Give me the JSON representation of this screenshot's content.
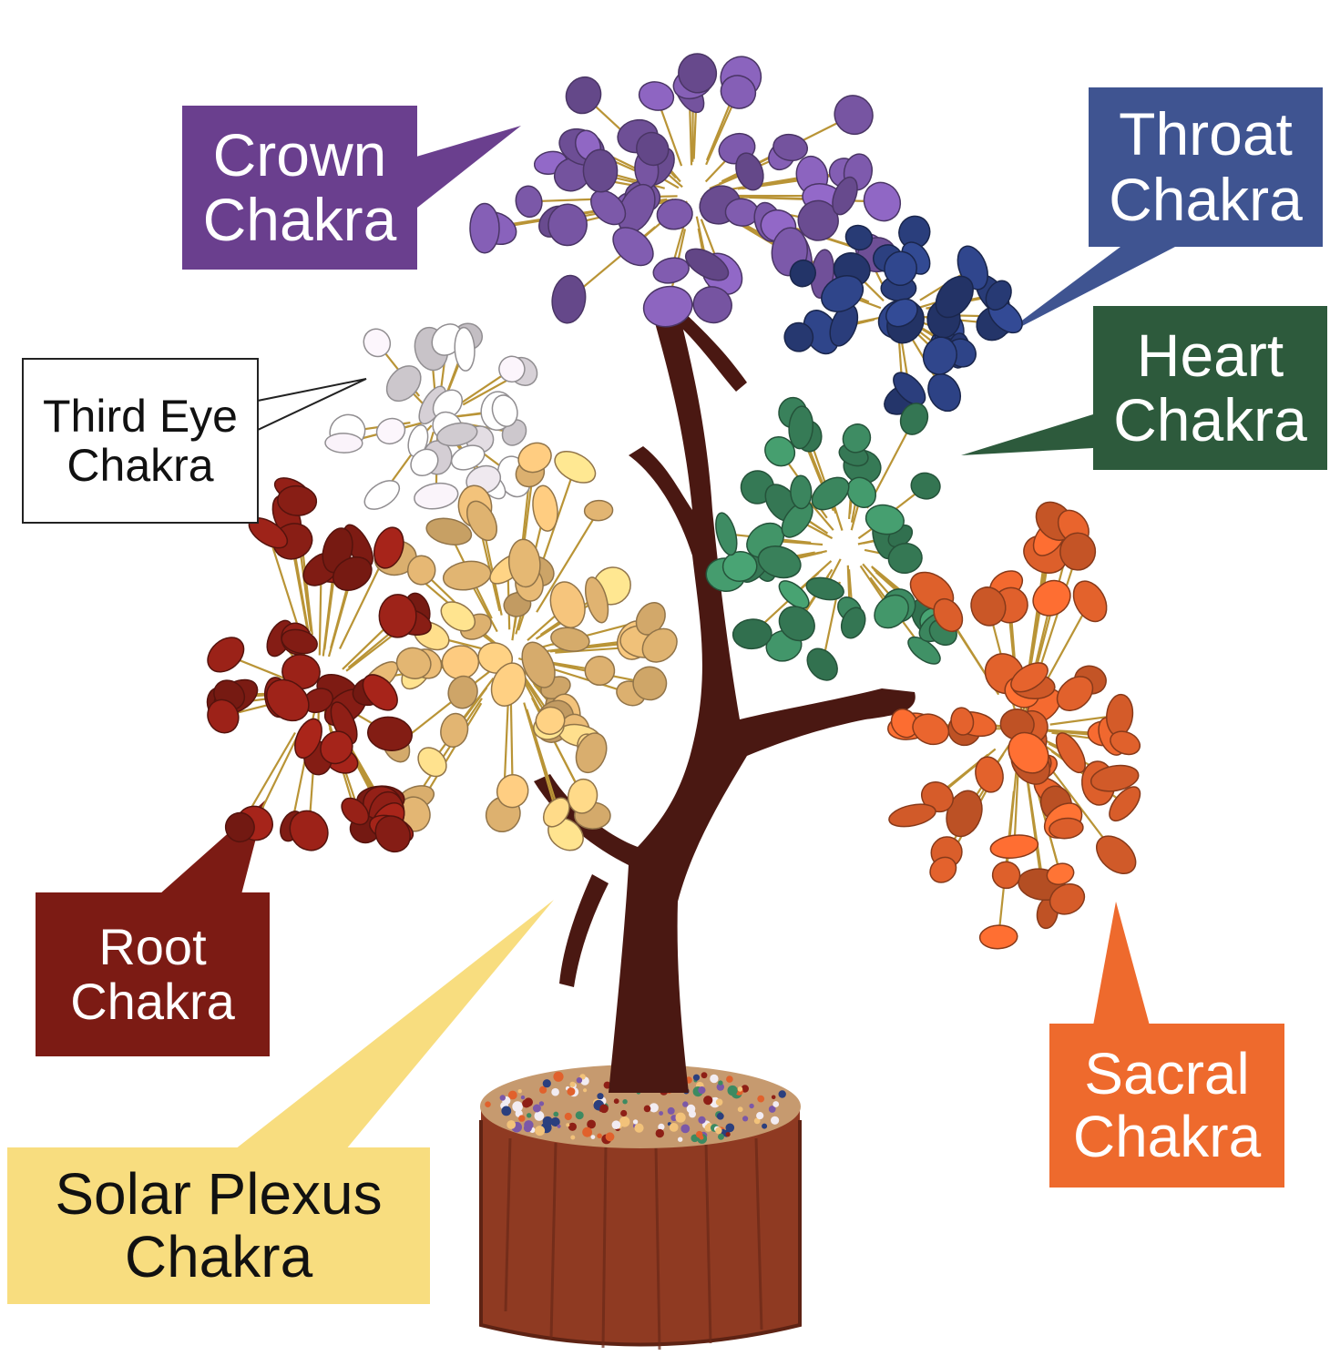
{
  "callouts": {
    "crown": {
      "line1": "Crown",
      "line2": "Chakra",
      "bg": "#6a3f8e",
      "fg": "#ffffff"
    },
    "throat": {
      "line1": "Throat",
      "line2": "Chakra",
      "bg": "#3f5491",
      "fg": "#ffffff"
    },
    "heart": {
      "line1": "Heart",
      "line2": "Chakra",
      "bg": "#2d5a3c",
      "fg": "#ffffff"
    },
    "third": {
      "line1": "Third Eye",
      "line2": "Chakra",
      "bg": "#ffffff",
      "fg": "#111111"
    },
    "root": {
      "line1": "Root",
      "line2": "Chakra",
      "bg": "#7c1b14",
      "fg": "#ffffff"
    },
    "solar": {
      "line1": "Solar Plexus",
      "line2": "Chakra",
      "bg": "#f8dd7f",
      "fg": "#111111"
    },
    "sacral": {
      "line1": "Sacral",
      "line2": "Chakra",
      "bg": "#ee6a2d",
      "fg": "#ffffff"
    }
  },
  "stone_colors": {
    "crown": "#7b58a8",
    "throat": "#2b3f7e",
    "heart": "#3d8a61",
    "third_eye": "#f2ecf2",
    "solar_plexus": "#f2c27a",
    "root": "#8e1f16",
    "sacral": "#e1612c",
    "trunk": "#4a1812",
    "base": "#8f3a22"
  }
}
